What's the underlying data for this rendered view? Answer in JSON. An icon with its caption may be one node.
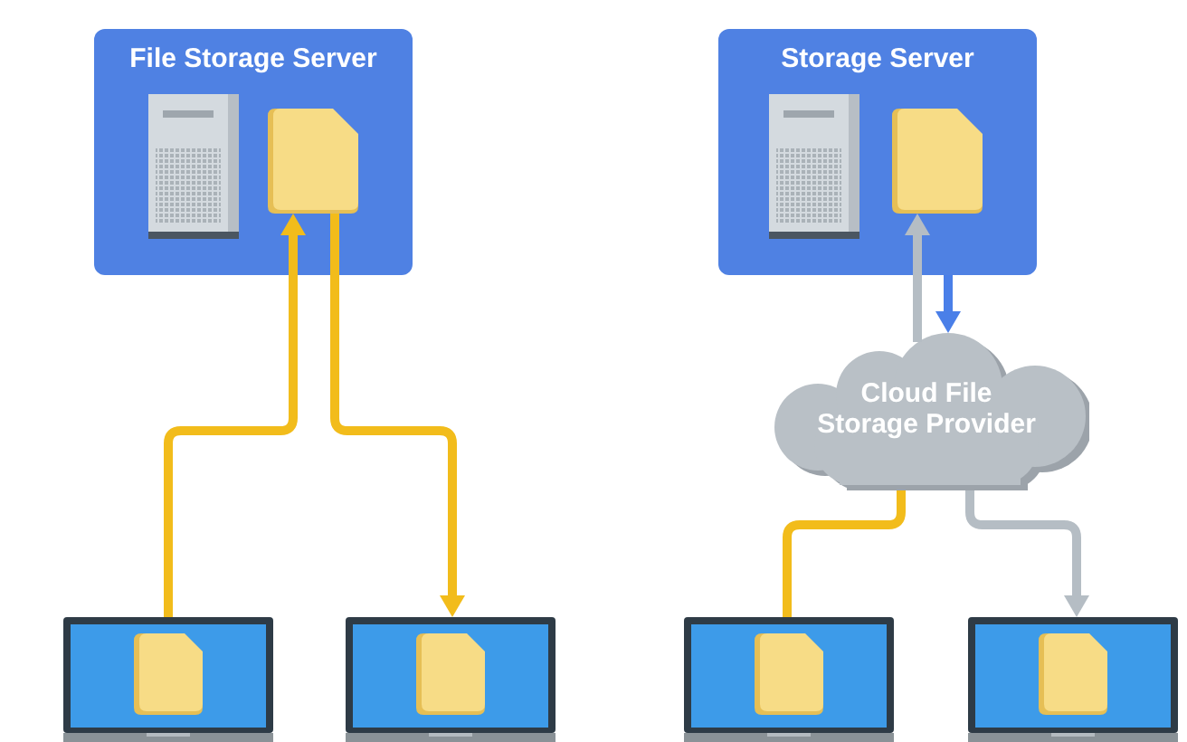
{
  "diagram": {
    "nodes": [
      {
        "text": [
          "File Storage Server"
        ]
      },
      {
        "text": [],
        "shape": "box",
        "in": 0
      },
      {
        "text": [
          "Storage Server"
        ]
      },
      {
        "text": [],
        "shape": "box",
        "in": 2
      },
      {
        "text": [
          "Cloud File Storage Provider"
        ]
      },
      {
        "text": [],
        "shape": "picture"
      },
      {
        "text": [],
        "shape": "picture"
      },
      {
        "text": [],
        "shape": "picture"
      },
      {
        "text": [],
        "shape": "picture"
      }
    ],
    "edges": [
      {
        "from": 5,
        "to": 1,
        "arrow": "to"
      },
      {
        "from": 1,
        "to": 6,
        "arrow": "to"
      },
      {
        "from": 4,
        "to": 3,
        "arrow": "to",
        "color": "#b5bdc4"
      },
      {
        "from": 2,
        "to": 4,
        "arrow": "to",
        "color": "#4a7fe8"
      },
      {
        "from": 7,
        "to": 4,
        "arrow": "none"
      },
      {
        "from": 4,
        "to": 8,
        "arrow": "to",
        "color": "#b5bdc4"
      }
    ]
  }
}
